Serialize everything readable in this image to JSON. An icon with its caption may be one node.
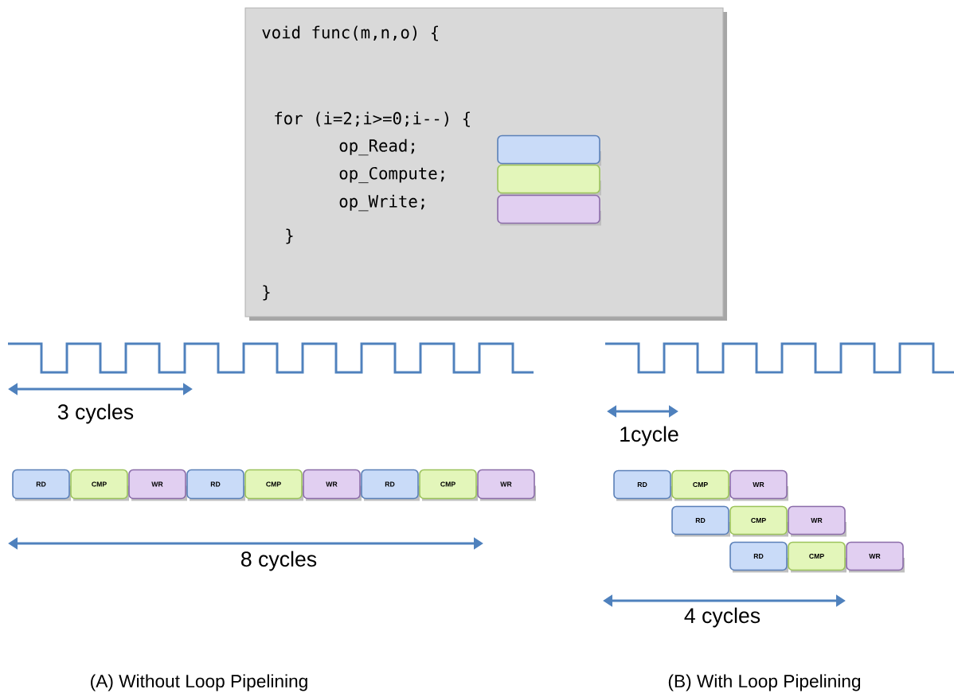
{
  "diagram": {
    "nodes": [
      {
        "text": [
          "void func(m,n,o) {",
          "for (i=2;i>=0;i--) {",
          "op_Read;",
          "op_Compute;",
          "op_Write;",
          "}",
          "}"
        ]
      },
      {
        "text": [],
        "shape": "bar",
        "in": 0
      },
      {
        "text": [],
        "shape": "bar",
        "in": 0
      },
      {
        "text": [],
        "shape": "bar",
        "in": 0
      },
      {
        "text": [
          "RD"
        ]
      },
      {
        "text": [
          "CMP"
        ]
      },
      {
        "text": [
          "WR"
        ]
      },
      {
        "text": [
          "RD"
        ]
      },
      {
        "text": [
          "CMP"
        ]
      },
      {
        "text": [
          "WR"
        ]
      },
      {
        "text": [
          "RD"
        ]
      },
      {
        "text": [
          "CMP"
        ]
      },
      {
        "text": [
          "WR"
        ]
      },
      {
        "text": [
          "RD"
        ]
      },
      {
        "text": [
          "CMP"
        ]
      },
      {
        "text": [
          "WR"
        ]
      },
      {
        "text": [
          "RD"
        ]
      },
      {
        "text": [
          "CMP"
        ]
      },
      {
        "text": [
          "WR"
        ]
      },
      {
        "text": [
          "RD"
        ]
      },
      {
        "text": [
          "CMP"
        ]
      },
      {
        "text": [
          "WR"
        ]
      }
    ],
    "labels": [
      "3 cycles",
      "1cycle",
      "8 cycles",
      "4 cycles",
      "(A) Without Loop Pipelining",
      "(B) With Loop Pipelining"
    ]
  }
}
